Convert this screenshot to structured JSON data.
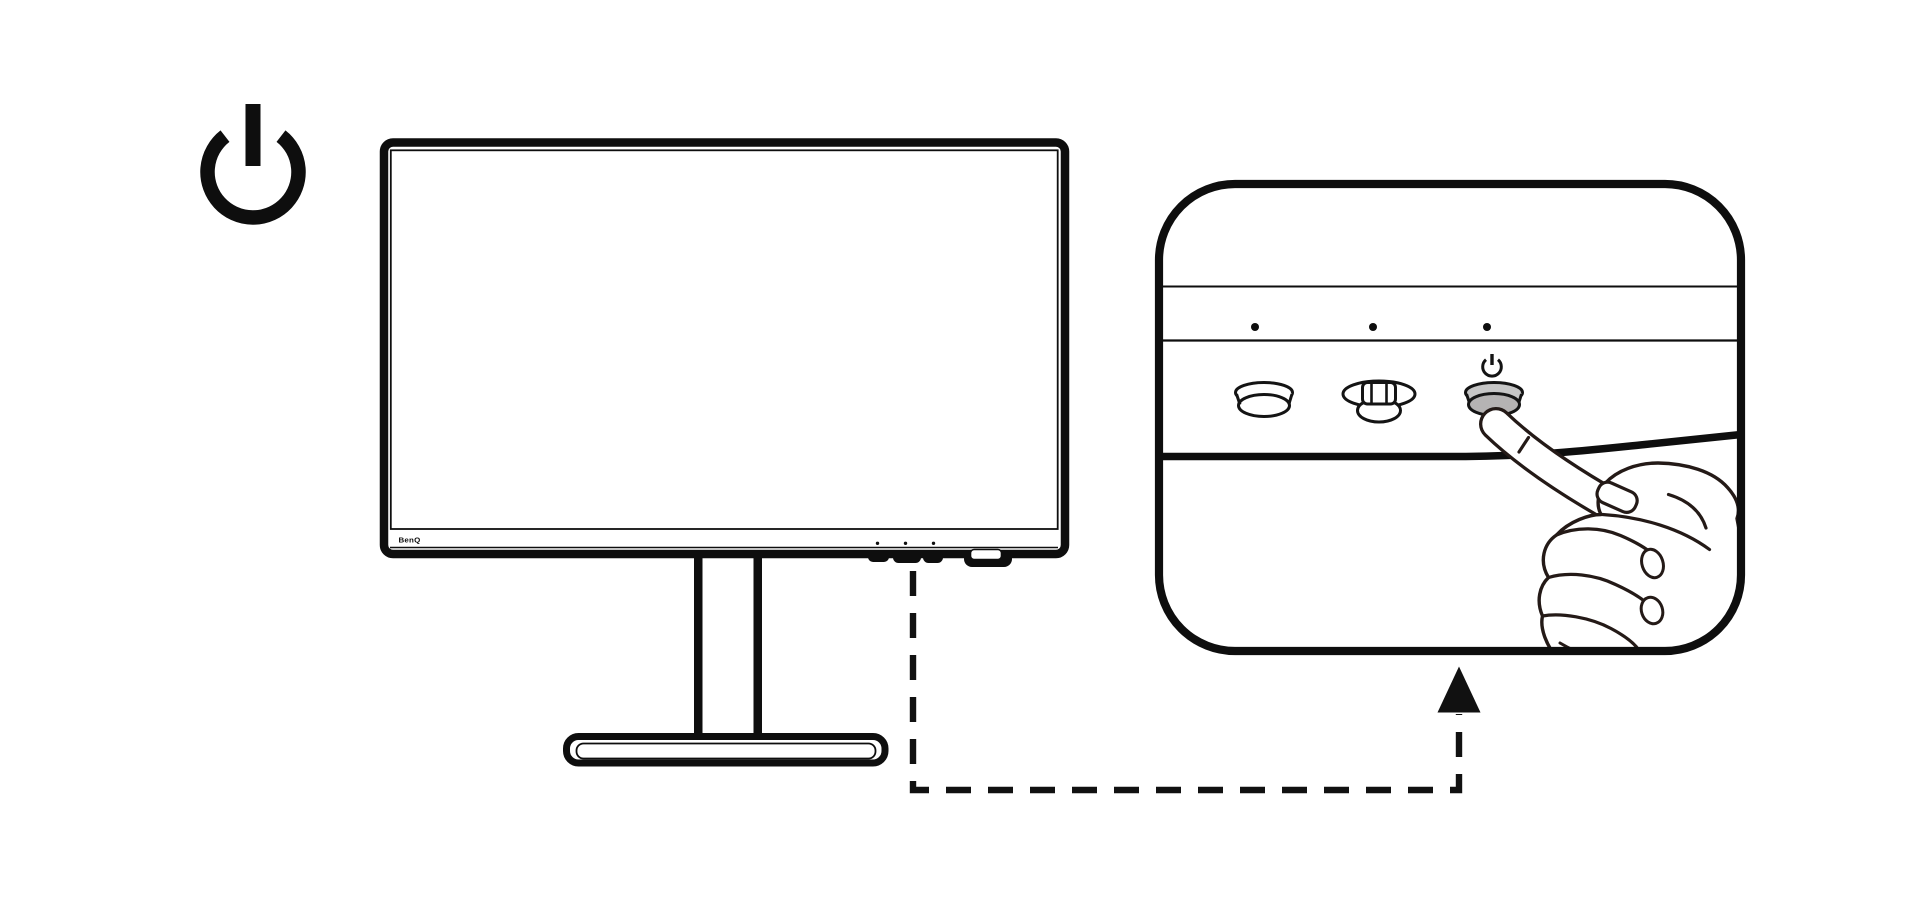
{
  "figure": {
    "kind": "monitor-manual-illustration",
    "ink_color": "#0e0e0e",
    "hand_ink_color": "#241a17"
  },
  "power_symbol": {
    "icon": "power-icon"
  },
  "monitor": {
    "brand_label": "BenQ",
    "bezel_led_count": 3,
    "bottom_control_key_count": 3,
    "has_power_key": true
  },
  "callout": {
    "led_dot_count": 3,
    "buttons": [
      {
        "id": "custom-key",
        "shape": "round-key",
        "pressed": false
      },
      {
        "id": "five-way-controller",
        "shape": "joystick-key",
        "pressed": false
      },
      {
        "id": "power-key",
        "shape": "round-key",
        "pressed": true,
        "cap_color": "#c6c6c6",
        "rim_color": "#b5b3b3",
        "icon": "power-icon"
      }
    ],
    "hand": "index-finger-pressing-power-key",
    "connector": {
      "style": "dashed",
      "arrow_direction": "up"
    }
  }
}
